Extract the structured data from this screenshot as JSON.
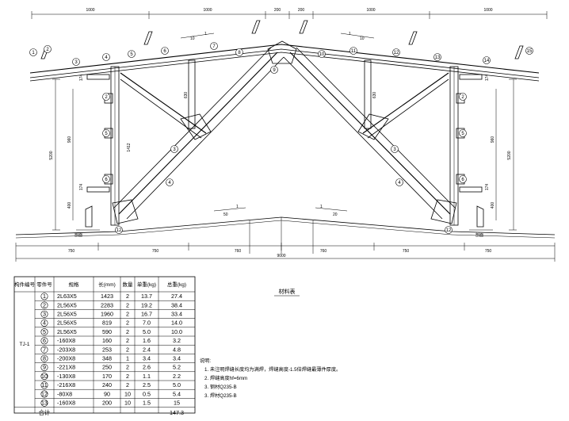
{
  "dimensions": {
    "top": [
      "1000",
      "1000",
      "200",
      "200",
      "1000",
      "1000"
    ],
    "bottom": [
      "750",
      "750",
      "760",
      "760",
      "750",
      "750"
    ],
    "overall": "9000",
    "left_vertical": [
      "400",
      "960",
      "5200"
    ],
    "right_vertical": [
      "400",
      "960",
      "5200"
    ],
    "inner_left": [
      "174",
      "174"
    ],
    "inner_right": [
      "174",
      "174"
    ],
    "member_lengths": [
      "1412",
      "630",
      "630"
    ]
  },
  "slope_tags": [
    {
      "label": "10",
      "value": "1"
    },
    {
      "label": "10",
      "value": "1"
    },
    {
      "label": "50",
      "value": "1"
    },
    {
      "label": "20",
      "value": "1"
    }
  ],
  "support_labels": [
    "剖面",
    "剖面"
  ],
  "part_markers": [
    "1",
    "2",
    "3",
    "4",
    "5",
    "6",
    "7",
    "8",
    "9",
    "10",
    "11",
    "12",
    "13",
    "14",
    "15"
  ],
  "bom": {
    "title": "材料表",
    "headers": [
      "构件编号",
      "零件号",
      "规格",
      "长(mm)",
      "数量",
      "单重(kg)",
      "总重(kg)"
    ],
    "group_label": "TJ-1",
    "rows": [
      {
        "no": "1",
        "spec": "2L63X5",
        "len": "1423",
        "qty": "2",
        "unit": "13.7",
        "total": "27.4"
      },
      {
        "no": "2",
        "spec": "2L56X5",
        "len": "2283",
        "qty": "2",
        "unit": "19.2",
        "total": "38.4"
      },
      {
        "no": "3",
        "spec": "2L56X5",
        "len": "1960",
        "qty": "2",
        "unit": "16.7",
        "total": "33.4"
      },
      {
        "no": "4",
        "spec": "2L56X5",
        "len": "819",
        "qty": "2",
        "unit": "7.0",
        "total": "14.0"
      },
      {
        "no": "5",
        "spec": "2L56X5",
        "len": "590",
        "qty": "2",
        "unit": "5.0",
        "total": "10.0"
      },
      {
        "no": "6",
        "spec": "-160X8",
        "len": "160",
        "qty": "2",
        "unit": "1.6",
        "total": "3.2"
      },
      {
        "no": "7",
        "spec": "-203X8",
        "len": "253",
        "qty": "2",
        "unit": "2.4",
        "total": "4.8"
      },
      {
        "no": "8",
        "spec": "-200X8",
        "len": "348",
        "qty": "1",
        "unit": "3.4",
        "total": "3.4"
      },
      {
        "no": "9",
        "spec": "-221X8",
        "len": "250",
        "qty": "2",
        "unit": "2.6",
        "total": "5.2"
      },
      {
        "no": "10",
        "spec": "-130X8",
        "len": "170",
        "qty": "2",
        "unit": "1.1",
        "total": "2.2"
      },
      {
        "no": "11",
        "spec": "-216X8",
        "len": "240",
        "qty": "2",
        "unit": "2.5",
        "total": "5.0"
      },
      {
        "no": "12",
        "spec": "-80X8",
        "len": "90",
        "qty": "10",
        "unit": "0.5",
        "total": "5.4"
      },
      {
        "no": "13",
        "spec": "-160X8",
        "len": "200",
        "qty": "10",
        "unit": "1.5",
        "total": "15"
      }
    ],
    "total_label": "合计",
    "total": "147.3"
  },
  "notes": {
    "heading": "说明:",
    "items": [
      "1. 未注明焊缝长度均为满焊，焊缝高度-1.5倍焊缝最薄件厚度。",
      "2. 焊缝高度hf=6mm",
      "3. 钢材Q235-B",
      "3. 焊材Q235-B"
    ]
  }
}
